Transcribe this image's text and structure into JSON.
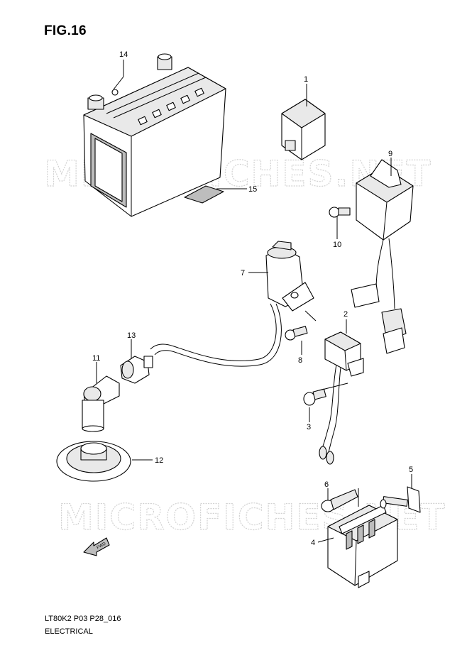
{
  "figure_title": "FIG.16",
  "footer": {
    "code": "LT80K2 P03 P28_016",
    "section": "ELECTRICAL"
  },
  "watermark": "MICROFICHES.NET",
  "fwd_label": "FWD",
  "callouts": {
    "c1": "1",
    "c2": "2",
    "c3": "3",
    "c4": "4",
    "c5": "5",
    "c6": "6",
    "c7": "7",
    "c8": "8",
    "c9": "9",
    "c10": "10",
    "c11": "11",
    "c12": "12",
    "c13": "13",
    "c14": "14",
    "c15": "15"
  }
}
